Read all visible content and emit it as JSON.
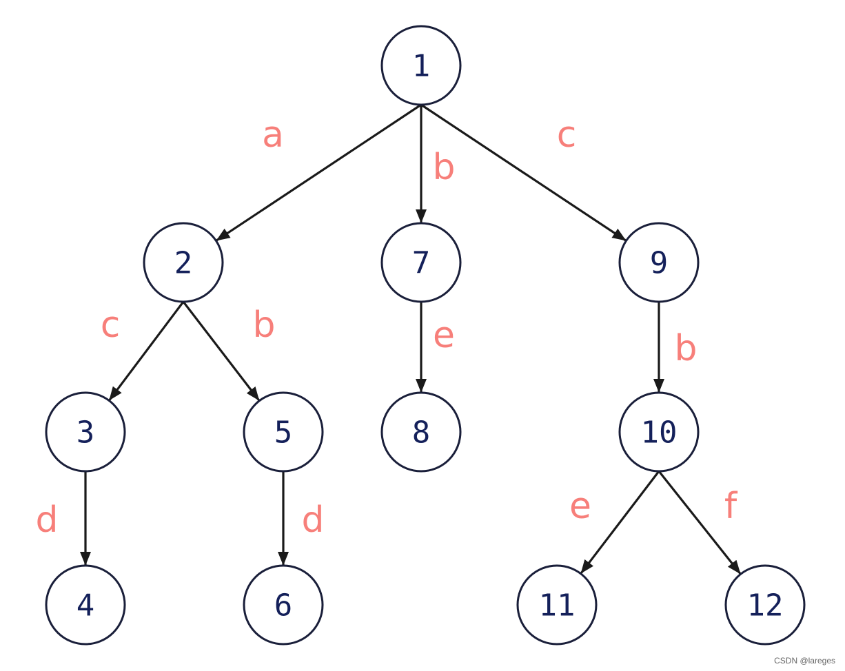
{
  "colors": {
    "node_stroke": "#1a1f3a",
    "node_text": "#14205a",
    "edge": "#1a1a1a",
    "edge_label": "#f77f7a"
  },
  "nodes": [
    {
      "id": "1",
      "label": "1"
    },
    {
      "id": "2",
      "label": "2"
    },
    {
      "id": "7",
      "label": "7"
    },
    {
      "id": "9",
      "label": "9"
    },
    {
      "id": "3",
      "label": "3"
    },
    {
      "id": "5",
      "label": "5"
    },
    {
      "id": "8",
      "label": "8"
    },
    {
      "id": "10",
      "label": "10"
    },
    {
      "id": "4",
      "label": "4"
    },
    {
      "id": "6",
      "label": "6"
    },
    {
      "id": "11",
      "label": "11"
    },
    {
      "id": "12",
      "label": "12"
    }
  ],
  "edges": [
    {
      "from": "1",
      "to": "2",
      "label": "a"
    },
    {
      "from": "1",
      "to": "7",
      "label": "b"
    },
    {
      "from": "1",
      "to": "9",
      "label": "c"
    },
    {
      "from": "2",
      "to": "3",
      "label": "c"
    },
    {
      "from": "2",
      "to": "5",
      "label": "b"
    },
    {
      "from": "7",
      "to": "8",
      "label": "e"
    },
    {
      "from": "9",
      "to": "10",
      "label": "b"
    },
    {
      "from": "3",
      "to": "4",
      "label": "d"
    },
    {
      "from": "5",
      "to": "6",
      "label": "d"
    },
    {
      "from": "10",
      "to": "11",
      "label": "e"
    },
    {
      "from": "10",
      "to": "12",
      "label": "f"
    }
  ],
  "watermark": "CSDN @lareges"
}
